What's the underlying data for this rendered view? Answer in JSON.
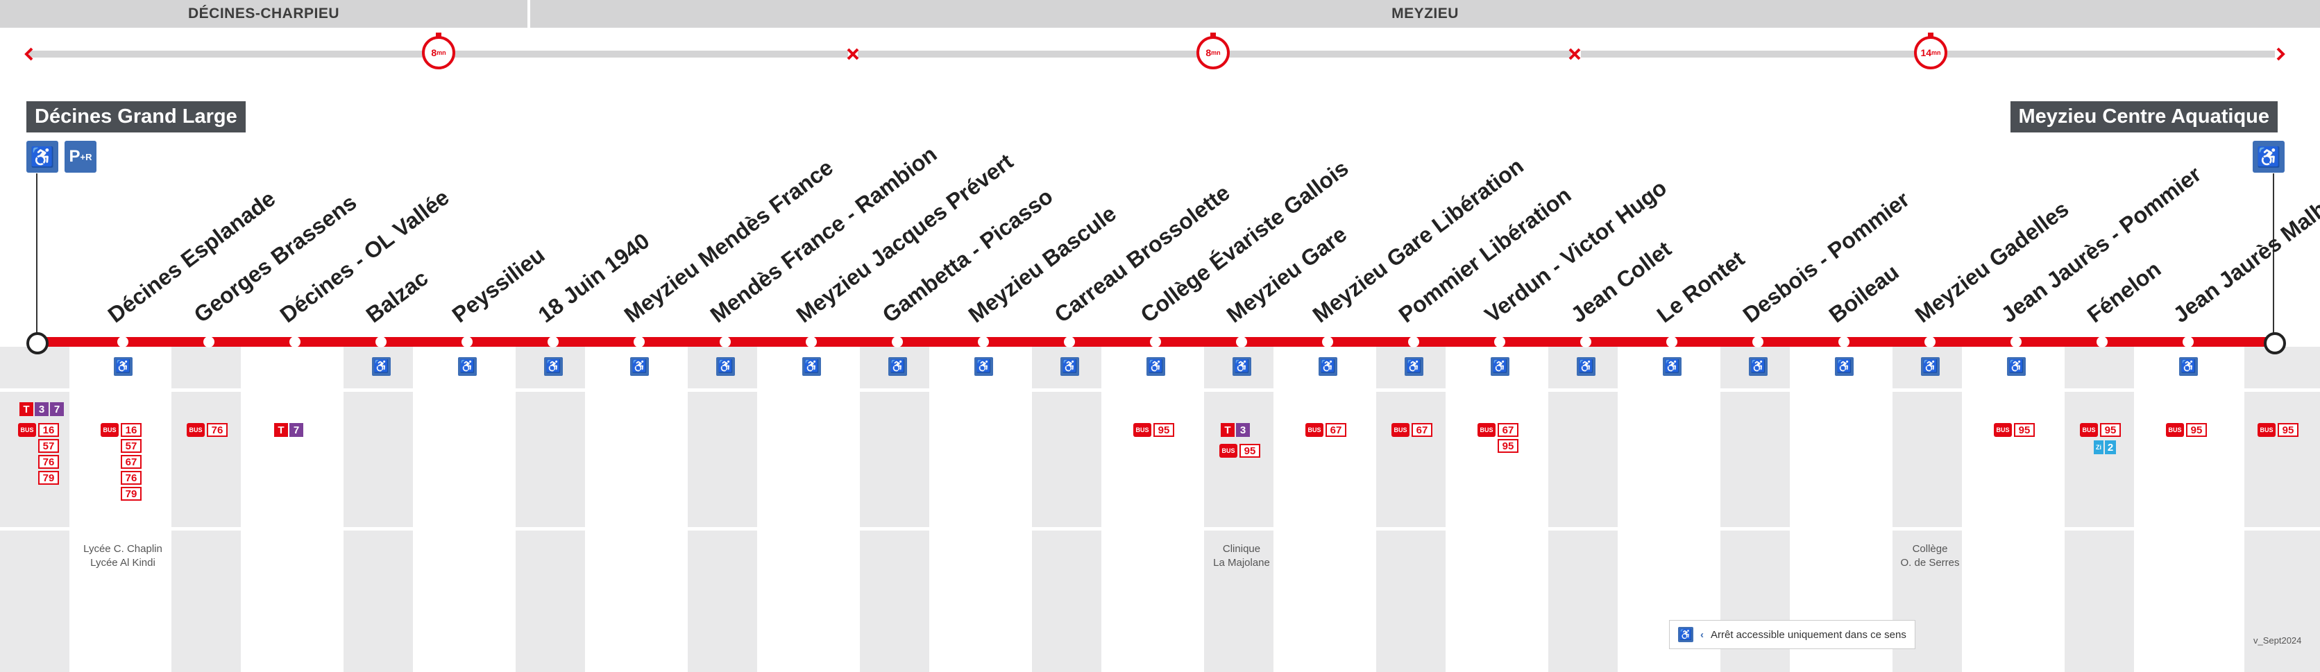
{
  "zones": [
    {
      "name": "DÉCINES-CHARPIEU"
    },
    {
      "name": "MEYZIEU"
    }
  ],
  "timings": [
    {
      "value": "8",
      "unit": "mn"
    },
    {
      "value": "8",
      "unit": "mn"
    },
    {
      "value": "14",
      "unit": "mn"
    }
  ],
  "terminus": {
    "start": "Décines Grand Large",
    "end": "Meyzieu Centre Aquatique"
  },
  "stations": [
    {
      "name": "Décines Esplanade",
      "accessible": true,
      "badges": [
        {
          "type": "bus",
          "lines": [
            "16",
            "57",
            "67",
            "76",
            "79"
          ]
        }
      ],
      "note": "Lycée C. Chaplin\nLycée Al Kindi"
    },
    {
      "name": "Georges Brassens",
      "accessible": false,
      "badges": [
        {
          "type": "bus",
          "lines": [
            "76"
          ]
        }
      ],
      "note": ""
    },
    {
      "name": "Décines - OL Vallée",
      "accessible": false,
      "badges": [
        {
          "type": "tram",
          "lines": [
            "7"
          ]
        }
      ],
      "note": ""
    },
    {
      "name": "Balzac",
      "accessible": true,
      "badges": [],
      "note": ""
    },
    {
      "name": "Peyssilieu",
      "accessible": true,
      "badges": [],
      "note": ""
    },
    {
      "name": "18 Juin 1940",
      "accessible": true,
      "badges": [],
      "note": ""
    },
    {
      "name": "Meyzieu Mendès France",
      "accessible": true,
      "badges": [],
      "note": ""
    },
    {
      "name": "Mendès France - Rambion",
      "accessible": true,
      "badges": [],
      "note": ""
    },
    {
      "name": "Meyzieu Jacques Prévert",
      "accessible": true,
      "badges": [],
      "note": ""
    },
    {
      "name": "Gambetta - Picasso",
      "accessible": true,
      "badges": [],
      "note": ""
    },
    {
      "name": "Meyzieu Bascule",
      "accessible": true,
      "badges": [],
      "note": ""
    },
    {
      "name": "Carreau Brossolette",
      "accessible": true,
      "badges": [],
      "note": ""
    },
    {
      "name": "Collège Évariste Gallois",
      "accessible": true,
      "badges": [
        {
          "type": "bus",
          "lines": [
            "95"
          ]
        }
      ],
      "note": ""
    },
    {
      "name": "Meyzieu Gare",
      "accessible": true,
      "badges": [
        {
          "type": "tram",
          "lines": [
            "3"
          ]
        },
        {
          "type": "bus",
          "lines": [
            "95"
          ]
        }
      ],
      "note": "Clinique\nLa Majolane"
    },
    {
      "name": "Meyzieu Gare Libération",
      "accessible": true,
      "badges": [
        {
          "type": "bus",
          "lines": [
            "67"
          ]
        }
      ],
      "note": ""
    },
    {
      "name": "Pommier Libération",
      "accessible": true,
      "badges": [
        {
          "type": "bus",
          "lines": [
            "67"
          ]
        }
      ],
      "note": ""
    },
    {
      "name": "Verdun - Victor Hugo",
      "accessible": true,
      "badges": [
        {
          "type": "bus",
          "lines": [
            "67",
            "95"
          ]
        }
      ],
      "note": ""
    },
    {
      "name": "Jean Collet",
      "accessible": true,
      "badges": [],
      "note": ""
    },
    {
      "name": "Le Rontet",
      "accessible": true,
      "badges": [],
      "note": ""
    },
    {
      "name": "Desbois - Pommier",
      "accessible": true,
      "badges": [],
      "note": ""
    },
    {
      "name": "Boileau",
      "accessible": true,
      "badges": [],
      "note": ""
    },
    {
      "name": "Meyzieu Gadelles",
      "accessible": true,
      "badges": [],
      "note": "Collège\nO. de Serres"
    },
    {
      "name": "Jean Jaurès - Pommier",
      "accessible": true,
      "badges": [
        {
          "type": "bus",
          "lines": [
            "95"
          ]
        }
      ],
      "note": ""
    },
    {
      "name": "Fénelon",
      "accessible": false,
      "badges": [
        {
          "type": "bus",
          "lines": [
            "95"
          ]
        },
        {
          "type": "zi",
          "lines": [
            "2"
          ]
        }
      ],
      "note": ""
    },
    {
      "name": "Jean Jaurès Malherbe",
      "accessible": true,
      "badges": [
        {
          "type": "bus",
          "lines": [
            "95"
          ]
        }
      ],
      "note": ""
    }
  ],
  "terminus_badges": {
    "start": [
      {
        "type": "tram",
        "lines": [
          "3",
          "7"
        ]
      },
      {
        "type": "bus",
        "lines": [
          "16",
          "57",
          "76",
          "79"
        ]
      }
    ],
    "end": [
      {
        "type": "bus",
        "lines": [
          "95"
        ]
      }
    ]
  },
  "badge_labels": {
    "tram": "T",
    "bus": "BUS",
    "zi": "Zi"
  },
  "legend": {
    "text": "Arrêt accessible uniquement dans ce sens"
  },
  "edition": "v_Sept2024",
  "colors": {
    "line": "#e30613",
    "zone": "#d4d4d5",
    "stripe": "#e9e9ea",
    "accessible": "#3d6eb6",
    "t3": "#7b3f98",
    "t7": "#7b3f98",
    "zi": "#2fa9e0",
    "terminus_bg": "#4b4f54"
  },
  "icons": [
    "wheelchair-icon",
    "park-and-ride-icon",
    "timer-icon",
    "chevron-left-icon",
    "chevron-right-icon",
    "cross-icon"
  ]
}
